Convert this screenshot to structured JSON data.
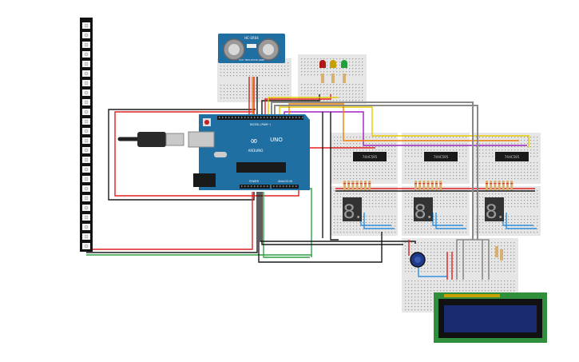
{
  "sensor": {
    "label": "HC-SR04",
    "pins": "VCC TRIG ECHO GND"
  },
  "arduino": {
    "logo": "∞",
    "model": "UNO",
    "brand": "ARDUINO",
    "digital_label": "DIGITAL (PWM~)",
    "power_label": "POWER",
    "analog_label": "ANALOG IN"
  },
  "shift_registers": [
    {
      "label": "74HC595"
    },
    {
      "label": "74HC595"
    },
    {
      "label": "74HC595"
    }
  ],
  "seven_segment_digits": [
    "8.",
    "8.",
    "8."
  ],
  "colors": {
    "wire_red": "#e02020",
    "wire_black": "#1a1a1a",
    "wire_green": "#2ea043",
    "wire_yellow": "#e8c800",
    "wire_purple": "#a020c0",
    "wire_orange": "#f08000",
    "wire_gray": "#8a8a8a",
    "wire_blue": "#3090e0",
    "board_blue": "#1f6fa3",
    "lcd_screen": "#1a2a6e",
    "lcd_pcb": "#2f8f3a",
    "breadboard": "#e6e6e6"
  }
}
